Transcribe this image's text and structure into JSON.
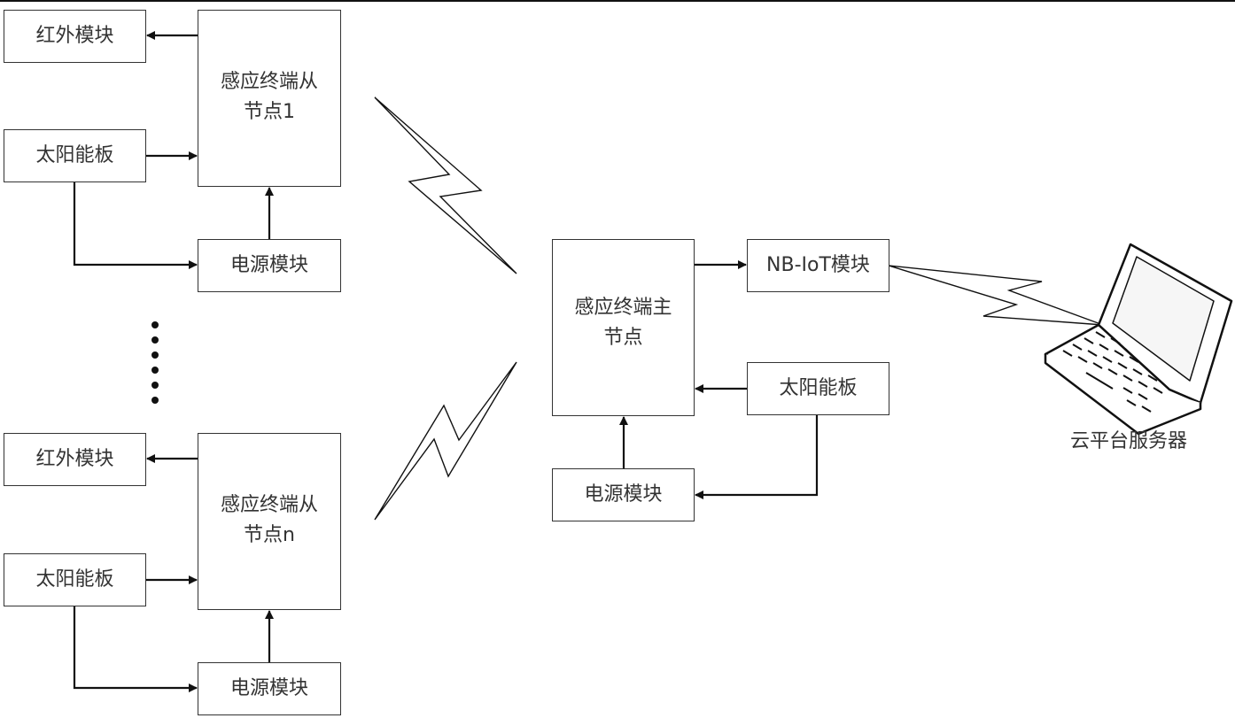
{
  "diagram": {
    "slave_node_1": {
      "title": "感应终端从节点1",
      "title_line1": "感应终端从",
      "title_line2": "节点1",
      "infrared": "红外模块",
      "solar": "太阳能板",
      "power": "电源模块"
    },
    "slave_node_n": {
      "title": "感应终端从节点n",
      "title_line1": "感应终端从",
      "title_line2": "节点n",
      "infrared": "红外模块",
      "solar": "太阳能板",
      "power": "电源模块"
    },
    "master_node": {
      "title": "感应终端主节点",
      "title_line1": "感应终端主",
      "title_line2": "节点",
      "nbiot": "NB-IoT模块",
      "solar": "太阳能板",
      "power": "电源模块"
    },
    "cloud": {
      "label": "云平台服务器",
      "icon": "laptop-icon"
    },
    "ellipsis_icon": "vertical-dots-icon",
    "wireless_icon": "lightning-bolt-icon"
  }
}
